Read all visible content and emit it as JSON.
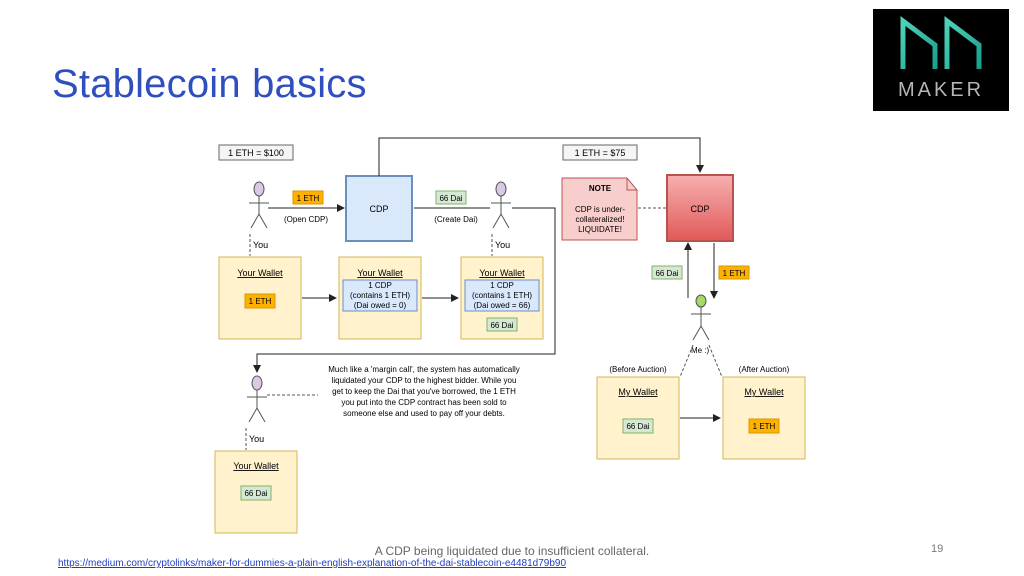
{
  "slide": {
    "title": "Stablecoin basics",
    "page_number": "19",
    "caption": "A CDP being liquidated due to insufficient collateral.",
    "source_url": "https://medium.com/cryptolinks/maker-for-dummies-a-plain-english-explanation-of-the-dai-stablecoin-e4481d79b90"
  },
  "logo": {
    "text": "MAKER"
  },
  "diagram": {
    "price_before": "1 ETH = $100",
    "price_after": "1 ETH = $75",
    "tag_1eth": "1 ETH",
    "tag_66dai": "66 Dai",
    "open_cdp": "(Open CDP)",
    "create_dai": "(Create Dai)",
    "cdp_label": "CDP",
    "you": "You",
    "me": "Me :)",
    "wallet_title": "Your Wallet",
    "my_wallet": "My Wallet",
    "wallet_line1": "1 CDP",
    "wallet_line2": "(contains 1 ETH)",
    "owed_0": "(Dai owed = 0)",
    "owed_66": "(Dai owed = 66)",
    "note_title": "NOTE",
    "note_lines": [
      "CDP is under-",
      "collateralized!",
      "LIQUIDATE!"
    ],
    "before_auction": "(Before Auction)",
    "after_auction": "(After Auction)",
    "explanation_lines": [
      "Much like a 'margin call', the system has automatically",
      "liquidated your CDP to the highest bidder. While you",
      "get to keep the Dai that you've borrowed, the 1 ETH",
      "you put into the CDP contract has been sold to",
      "someone else and used to pay off your debts."
    ]
  },
  "colors": {
    "title": "#2f4fbf",
    "wallet_fill": "#fff2cc",
    "wallet_stroke": "#d6b656",
    "eth_tag": "#ffb000",
    "dai_tag": "#d5e8d4",
    "cdp_blue": "#dae8fc",
    "cdp_red": "#f08080",
    "note_fill": "#f8cecc"
  }
}
